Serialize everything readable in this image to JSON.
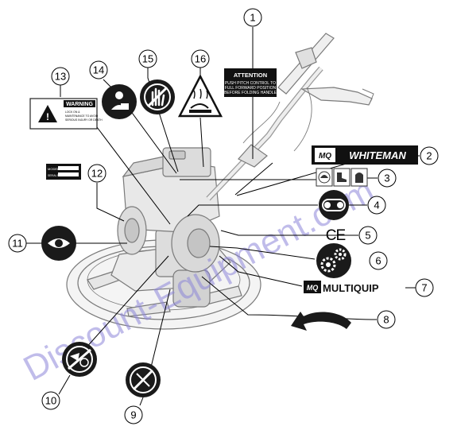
{
  "callouts": [
    "1",
    "2",
    "3",
    "4",
    "5",
    "6",
    "7",
    "8",
    "9",
    "10",
    "11",
    "12",
    "13",
    "14",
    "15",
    "16"
  ],
  "decals": {
    "attention": {
      "title": "ATTENTION",
      "lines": [
        "PUSH PITCH CONTROL TO",
        "FULL FORWARD POSITION",
        "BEFORE FOLDING HANDLE"
      ]
    },
    "warning": {
      "title": "WARNING",
      "lines": [
        "LOCK ON &",
        "MAINTENANCE TO AVOID",
        "SERIOUS INJURY OR DEATH"
      ]
    },
    "brand_whiteman": {
      "logo": "MQ",
      "text": "WHITEMAN"
    },
    "brand_multiquip": {
      "logo": "MQ",
      "text": "MULTIQUIP"
    },
    "ce_mark": "CE",
    "model_plate": {
      "model_label": "MODEL",
      "serial_label": "SERIAL NO."
    }
  },
  "watermark": "Discount-Equipment.com"
}
